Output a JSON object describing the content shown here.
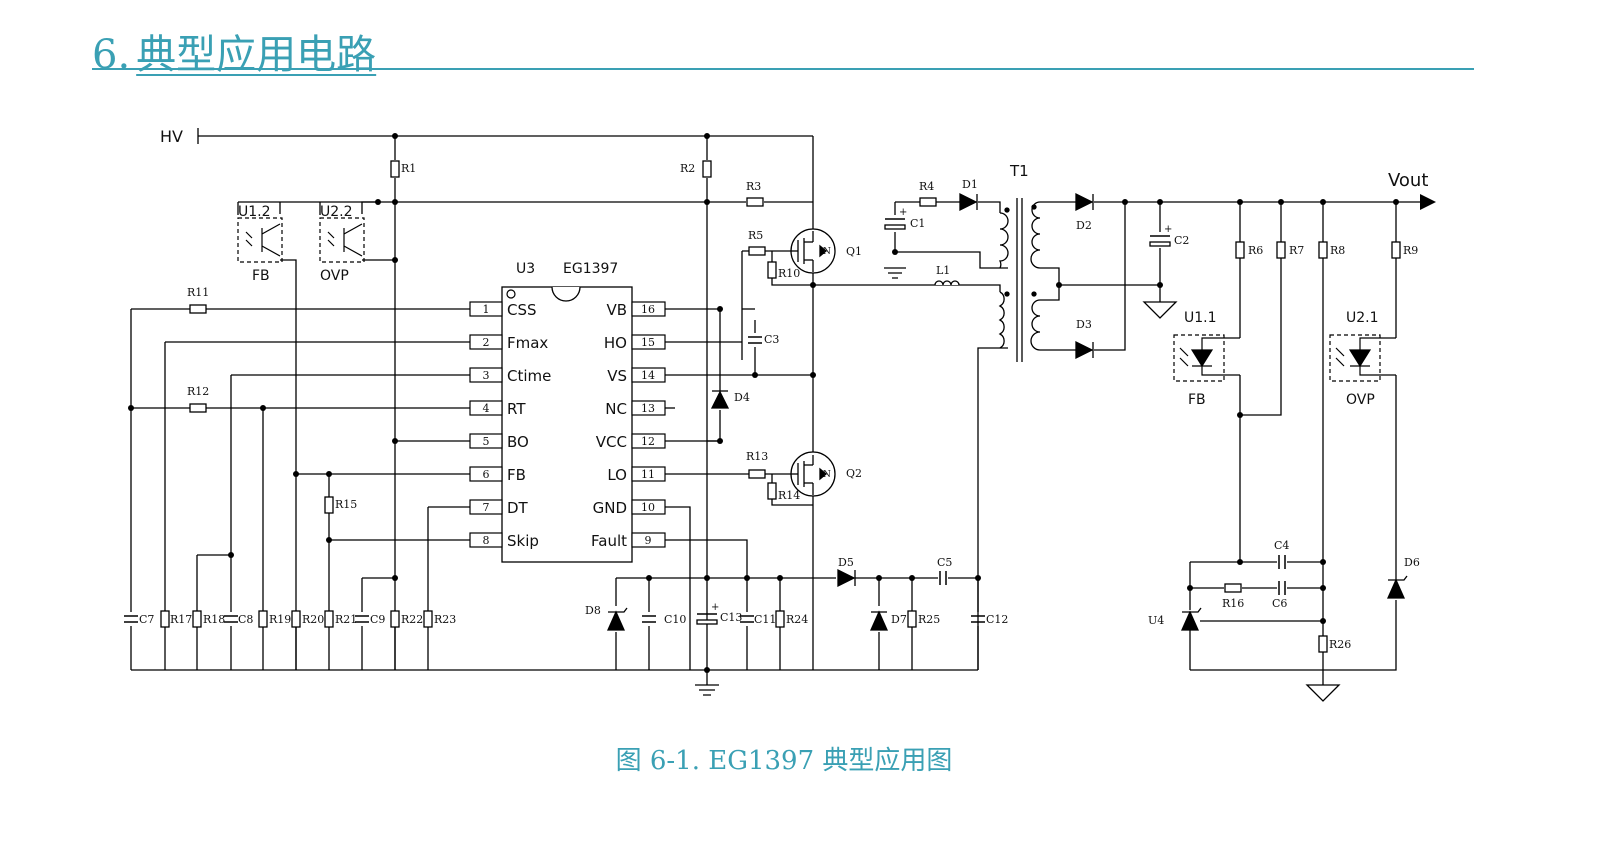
{
  "heading": {
    "number": "6.",
    "title": "典型应用电路"
  },
  "caption": "图 6-1. EG1397 典型应用图",
  "chip": {
    "ref": "U3",
    "part": "EG1397",
    "left_pins": [
      {
        "num": "1",
        "name": "CSS"
      },
      {
        "num": "2",
        "name": "Fmax"
      },
      {
        "num": "3",
        "name": "Ctime"
      },
      {
        "num": "4",
        "name": "RT"
      },
      {
        "num": "5",
        "name": "BO"
      },
      {
        "num": "6",
        "name": "FB"
      },
      {
        "num": "7",
        "name": "DT"
      },
      {
        "num": "8",
        "name": "Skip"
      }
    ],
    "right_pins": [
      {
        "num": "16",
        "name": "VB"
      },
      {
        "num": "15",
        "name": "HO"
      },
      {
        "num": "14",
        "name": "VS"
      },
      {
        "num": "13",
        "name": "NC"
      },
      {
        "num": "12",
        "name": "VCC"
      },
      {
        "num": "11",
        "name": "LO"
      },
      {
        "num": "10",
        "name": "GND"
      },
      {
        "num": "9",
        "name": "Fault"
      }
    ]
  },
  "labels": {
    "hv": "HV",
    "vout": "Vout",
    "t1": "T1",
    "l1": "L1",
    "q1": "Q1",
    "q2": "Q2",
    "n": "N",
    "u12": "U1.2",
    "u22": "U2.2",
    "fb": "FB",
    "ovp": "OVP",
    "u11": "U1.1",
    "u21": "U2.1",
    "u4": "U4",
    "r1": "R1",
    "r2": "R2",
    "r3": "R3",
    "r4": "R4",
    "r5": "R5",
    "r6": "R6",
    "r7": "R7",
    "r8": "R8",
    "r9": "R9",
    "r10": "R10",
    "r11": "R11",
    "r12": "R12",
    "r13": "R13",
    "r14": "R14",
    "r15": "R15",
    "r16": "R16",
    "r17": "R17",
    "r18": "R18",
    "r19": "R19",
    "r20": "R20",
    "r21": "R21",
    "r22": "R22",
    "r23": "R23",
    "r24": "R24",
    "r25": "R25",
    "r26": "R26",
    "c1": "C1",
    "c2": "C2",
    "c3": "C3",
    "c4": "C4",
    "c5": "C5",
    "c6": "C6",
    "c7": "C7",
    "c8": "C8",
    "c9": "C9",
    "c10": "C10",
    "c11": "C11",
    "c12": "C12",
    "c13": "C13",
    "d1": "D1",
    "d2": "D2",
    "d3": "D3",
    "d4": "D4",
    "d5": "D5",
    "d6": "D6",
    "d7": "D7",
    "d8": "D8"
  }
}
